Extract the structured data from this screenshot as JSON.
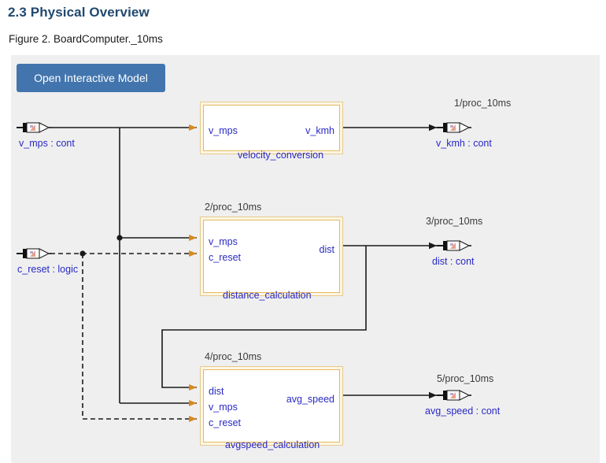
{
  "page": {
    "section_title": "2.3 Physical Overview",
    "figure_caption": "Figure 2. BoardComputer._10ms",
    "background": "#ffffff",
    "diagram_background": "#efefef"
  },
  "toolbar": {
    "open_model_label": "Open Interactive Model",
    "button_color": "#4275ad"
  },
  "colors": {
    "block_border": "#e3b95f",
    "block_fill_outer": "#fdf6e6",
    "block_fill_inner": "#ffffff",
    "label_blue": "#2929c4",
    "heading_blue": "#21496f",
    "wire": "#1a1a1a",
    "port_arrow": "#d78a1e"
  },
  "inputs": [
    {
      "id": "v_mps_in",
      "name": "v_mps",
      "separator": ":",
      "kind": "cont",
      "label": "v_mps : cont",
      "icon": "signal-port-icon",
      "style": "solid"
    },
    {
      "id": "c_reset_in",
      "name": "c_reset",
      "separator": ":",
      "kind": "logic",
      "label": "c_reset : logic",
      "icon": "signal-port-icon",
      "style": "dashed"
    }
  ],
  "blocks": [
    {
      "id": "velocity_conversion",
      "index": "",
      "caption": "velocity_conversion",
      "inputs": [
        "v_mps"
      ],
      "outputs": [
        "v_kmh"
      ]
    },
    {
      "id": "distance_calculation",
      "index": "2/proc_10ms",
      "caption": "distance_calculation",
      "inputs": [
        "v_mps",
        "c_reset"
      ],
      "outputs": [
        "dist"
      ]
    },
    {
      "id": "avgspeed_calculation",
      "index": "4/proc_10ms",
      "caption": "avgspeed_calculation",
      "inputs": [
        "dist",
        "v_mps",
        "c_reset"
      ],
      "outputs": [
        "avg_speed"
      ]
    }
  ],
  "outputs": [
    {
      "id": "v_kmh_out",
      "index": "1/proc_10ms",
      "name": "v_kmh",
      "separator": ":",
      "kind": "cont",
      "label": "v_kmh : cont",
      "icon": "signal-port-icon"
    },
    {
      "id": "dist_out",
      "index": "3/proc_10ms",
      "name": "dist",
      "separator": ":",
      "kind": "cont",
      "label": "dist : cont",
      "icon": "signal-port-icon"
    },
    {
      "id": "avg_speed_out",
      "index": "5/proc_10ms",
      "name": "avg_speed",
      "separator": ":",
      "kind": "cont",
      "label": "avg_speed  : cont",
      "icon": "signal-port-icon"
    }
  ]
}
